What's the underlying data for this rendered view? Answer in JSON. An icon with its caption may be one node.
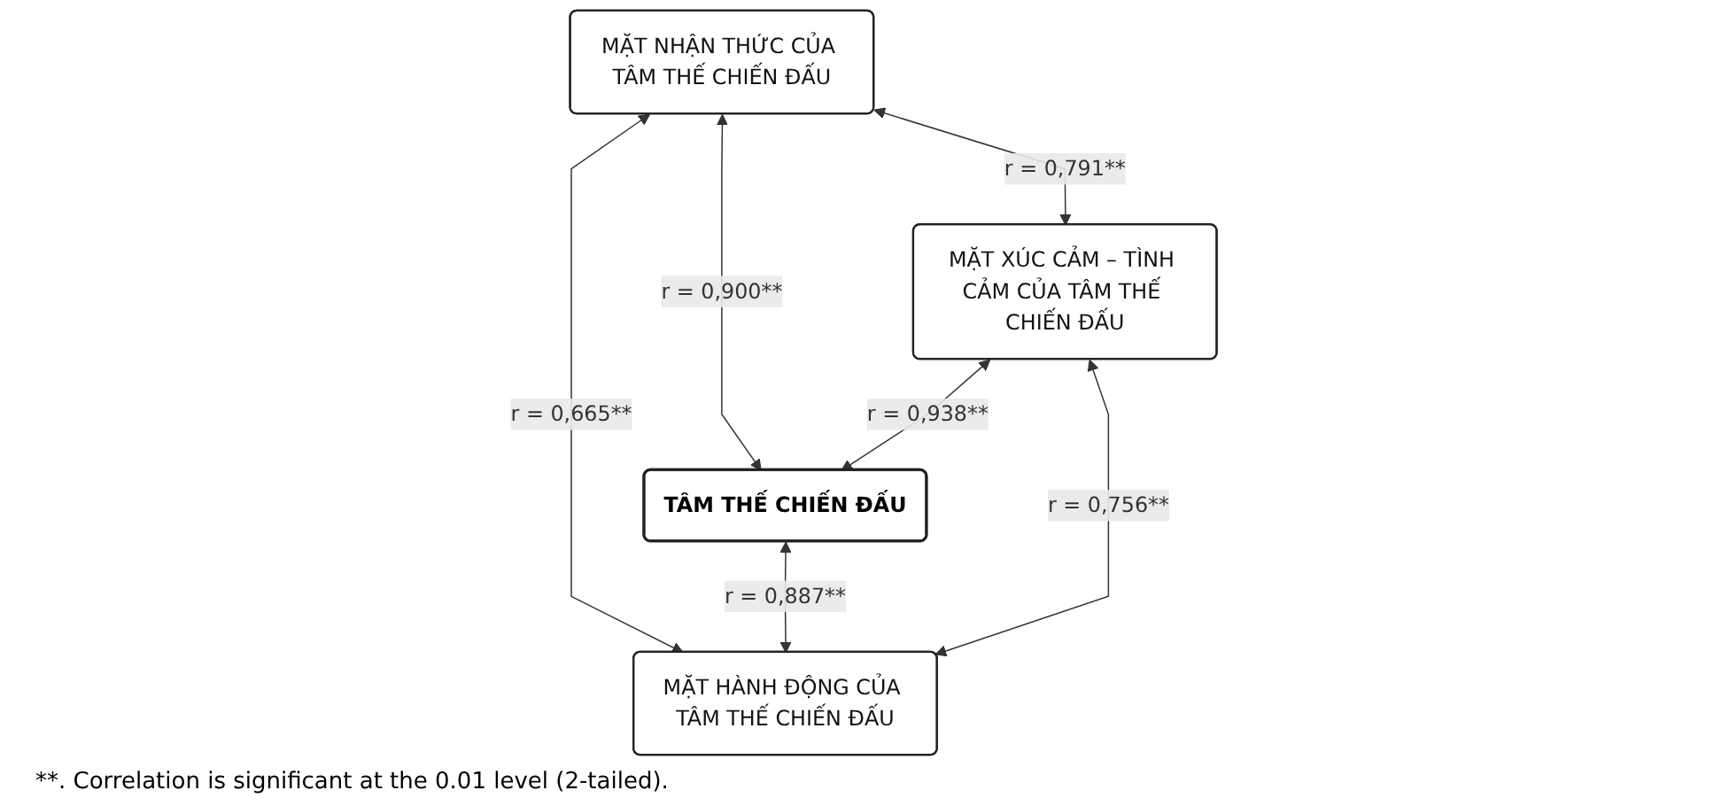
{
  "diagram": {
    "caption": "**. Correlation is significant at the 0.01 level (2-tailed).",
    "nodes": [
      {
        "text": [
          "MẶT NHẬN THỨC CỦA TÂM THẾ CHIẾN ĐẤU"
        ]
      },
      {
        "text": [
          "TÂM THẾ CHIẾN ĐẤU"
        ]
      },
      {
        "text": [
          "MẶT XÚC CẢM – TÌNH CẢM CỦA TÂM THẾ CHIẾN ĐẤU"
        ]
      },
      {
        "text": [
          "MẶT HÀNH ĐỘNG CỦA TÂM THẾ CHIẾN ĐẤU"
        ]
      }
    ],
    "edges": [
      {
        "from": 0,
        "to": 1,
        "arrow": "both",
        "label": "r = 0,900**"
      },
      {
        "from": 0,
        "to": 2,
        "arrow": "both",
        "label": "r = 0,791**"
      },
      {
        "from": 0,
        "to": 3,
        "arrow": "both",
        "label": "r = 0,665**"
      },
      {
        "from": 2,
        "to": 1,
        "arrow": "both",
        "label": "r = 0,938**"
      },
      {
        "from": 1,
        "to": 3,
        "arrow": "both",
        "label": "r = 0,887**"
      },
      {
        "from": 2,
        "to": 3,
        "arrow": "both",
        "label": "r = 0,756**"
      }
    ]
  }
}
